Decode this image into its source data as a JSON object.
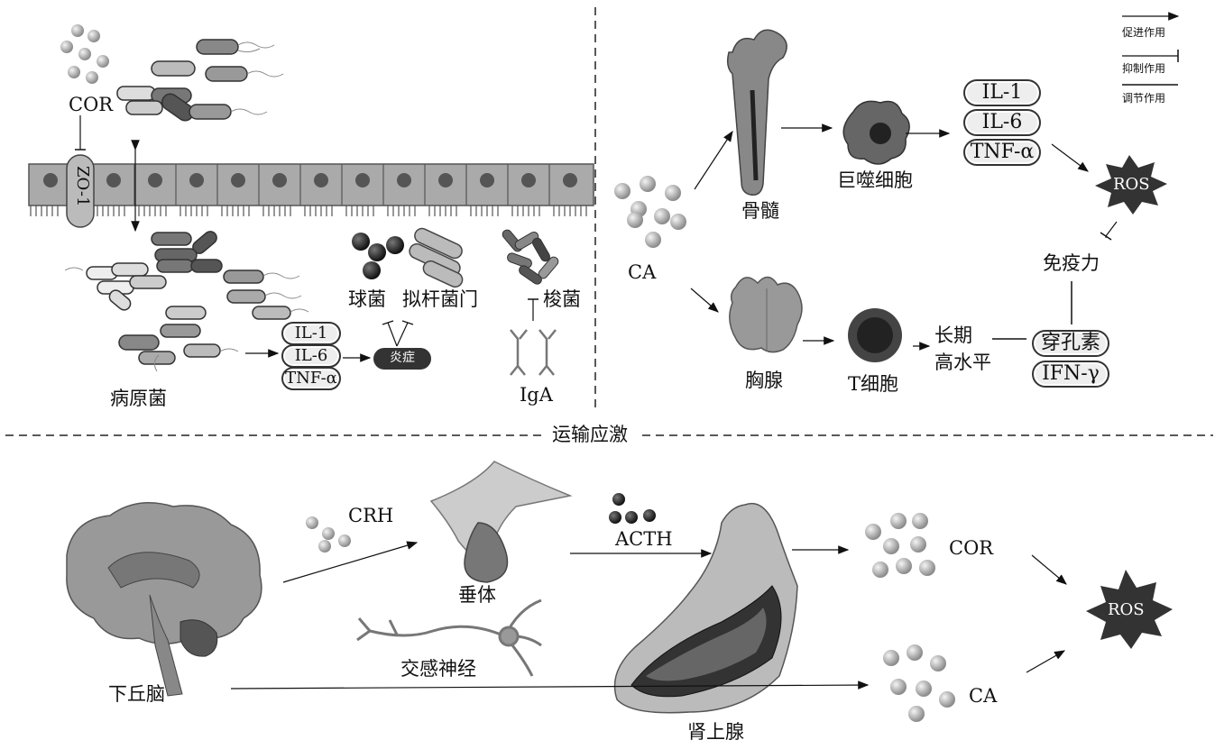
{
  "legend": {
    "promote": "促进作用",
    "inhibit": "抑制作用",
    "regulate": "调节作用"
  },
  "gut": {
    "cor": "COR",
    "zo1": "ZO-1",
    "pathogen": "病原菌",
    "cocci": "球菌",
    "bacteroidetes": "拟杆菌门",
    "fusobacterium": "梭菌",
    "iga": "IgA",
    "inflammation": "炎症",
    "cytokines": [
      "IL-1",
      "IL-6",
      "TNF-α"
    ]
  },
  "immune": {
    "ca": "CA",
    "bone_marrow": "骨髓",
    "macrophage": "巨噬细胞",
    "thymus": "胸腺",
    "t_cell": "T细胞",
    "long_term": "长期",
    "high_level": "高水平",
    "cytokines": [
      "IL-1",
      "IL-6",
      "TNF-α"
    ],
    "perforin": "穿孔素",
    "ifn": "IFN-γ",
    "immunity": "免疫力",
    "ros": "ROS"
  },
  "stress": {
    "title": "运输应激",
    "hypothalamus": "下丘脑",
    "crh": "CRH",
    "pituitary": "垂体",
    "acth": "ACTH",
    "sympathetic": "交感神经",
    "adrenal": "肾上腺",
    "cor": "COR",
    "ca": "CA",
    "ros": "ROS"
  }
}
